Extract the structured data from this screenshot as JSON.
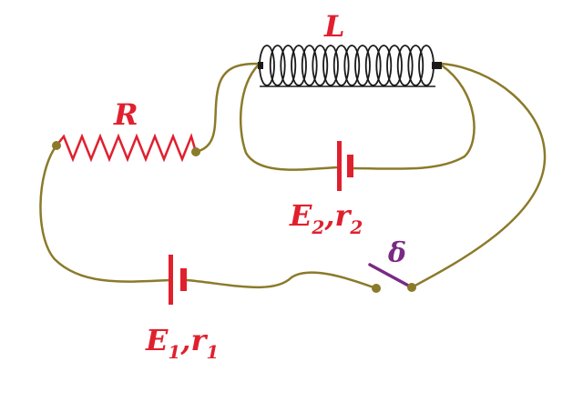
{
  "labels": {
    "inductor": "L",
    "resistor": "R",
    "battery2_E": "E",
    "battery2_E_sub": "2",
    "battery2_sep": ",",
    "battery2_r": "r",
    "battery2_r_sub": "2",
    "battery1_E": "E",
    "battery1_E_sub": "1",
    "battery1_sep": ",",
    "battery1_r": "r",
    "battery1_r_sub": "1",
    "switch": "δ"
  },
  "colors": {
    "wire": "#8b7a2a",
    "component": "#e0202e",
    "switch": "#7a2a82",
    "coil": "#1a1a1a"
  }
}
